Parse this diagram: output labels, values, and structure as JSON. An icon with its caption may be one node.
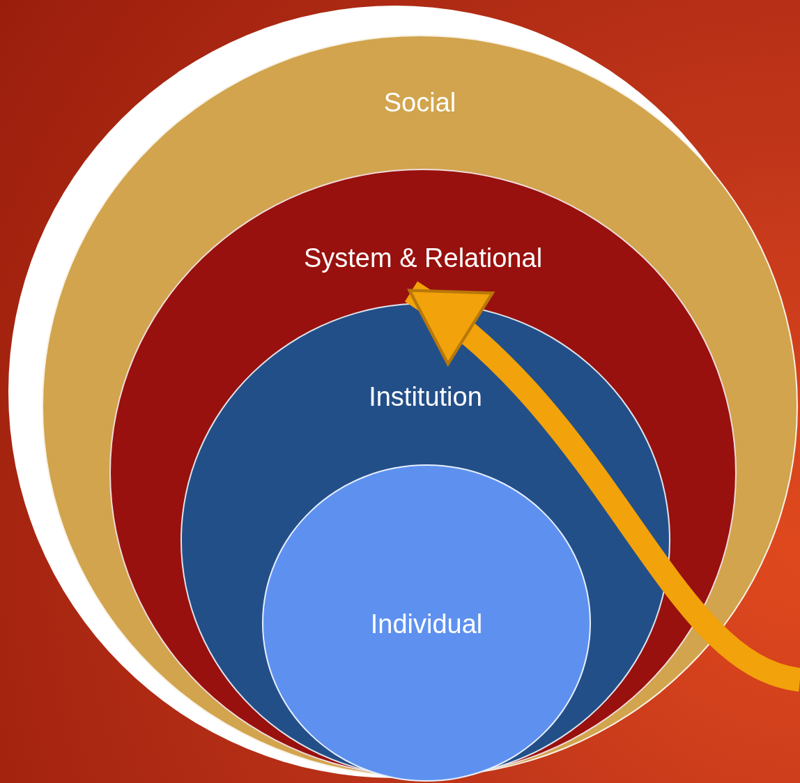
{
  "diagram": {
    "nodes": [
      {
        "text": [
          "Social"
        ]
      },
      {
        "text": [
          "System & Relational"
        ],
        "in": 0
      },
      {
        "text": [
          "Institution"
        ],
        "in": 1
      },
      {
        "text": [
          "Individual"
        ],
        "in": 2
      }
    ],
    "edges": [
      {
        "from": null,
        "to": 1,
        "arrow": "to"
      }
    ]
  }
}
